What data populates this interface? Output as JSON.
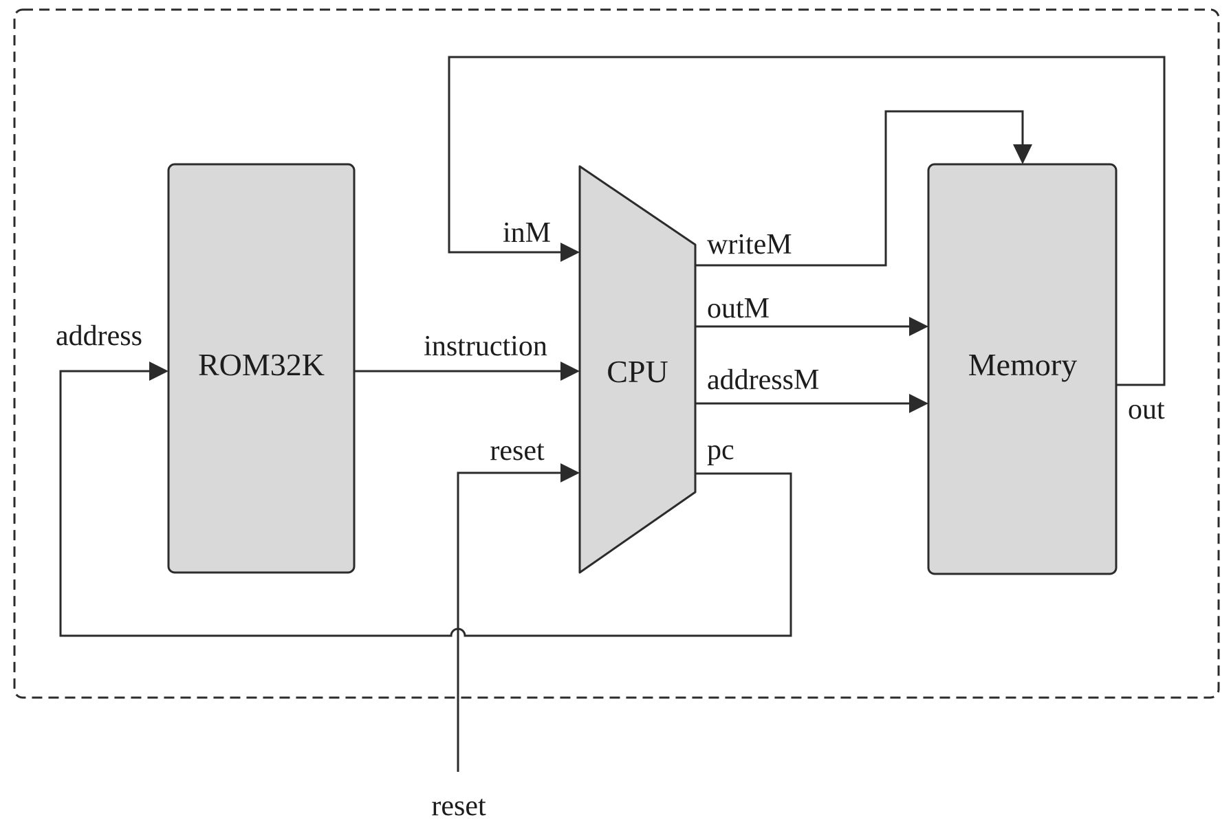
{
  "colors": {
    "canvas_bg": "#ffffff",
    "block_fill": "#d9d9d9",
    "line_color": "#2b2b2b",
    "text_color": "#1c1c1c"
  },
  "blocks": {
    "rom": {
      "label": "ROM32K"
    },
    "cpu": {
      "label": "CPU"
    },
    "memory": {
      "label": "Memory"
    }
  },
  "wires": {
    "address": {
      "label": "address"
    },
    "instruction": {
      "label": "instruction"
    },
    "inM": {
      "label": "inM"
    },
    "reset_in": {
      "label": "reset"
    },
    "writeM": {
      "label": "writeM"
    },
    "outM": {
      "label": "outM"
    },
    "addressM": {
      "label": "addressM"
    },
    "pc": {
      "label": "pc"
    },
    "out": {
      "label": "out"
    },
    "reset_external": {
      "label": "reset"
    }
  }
}
